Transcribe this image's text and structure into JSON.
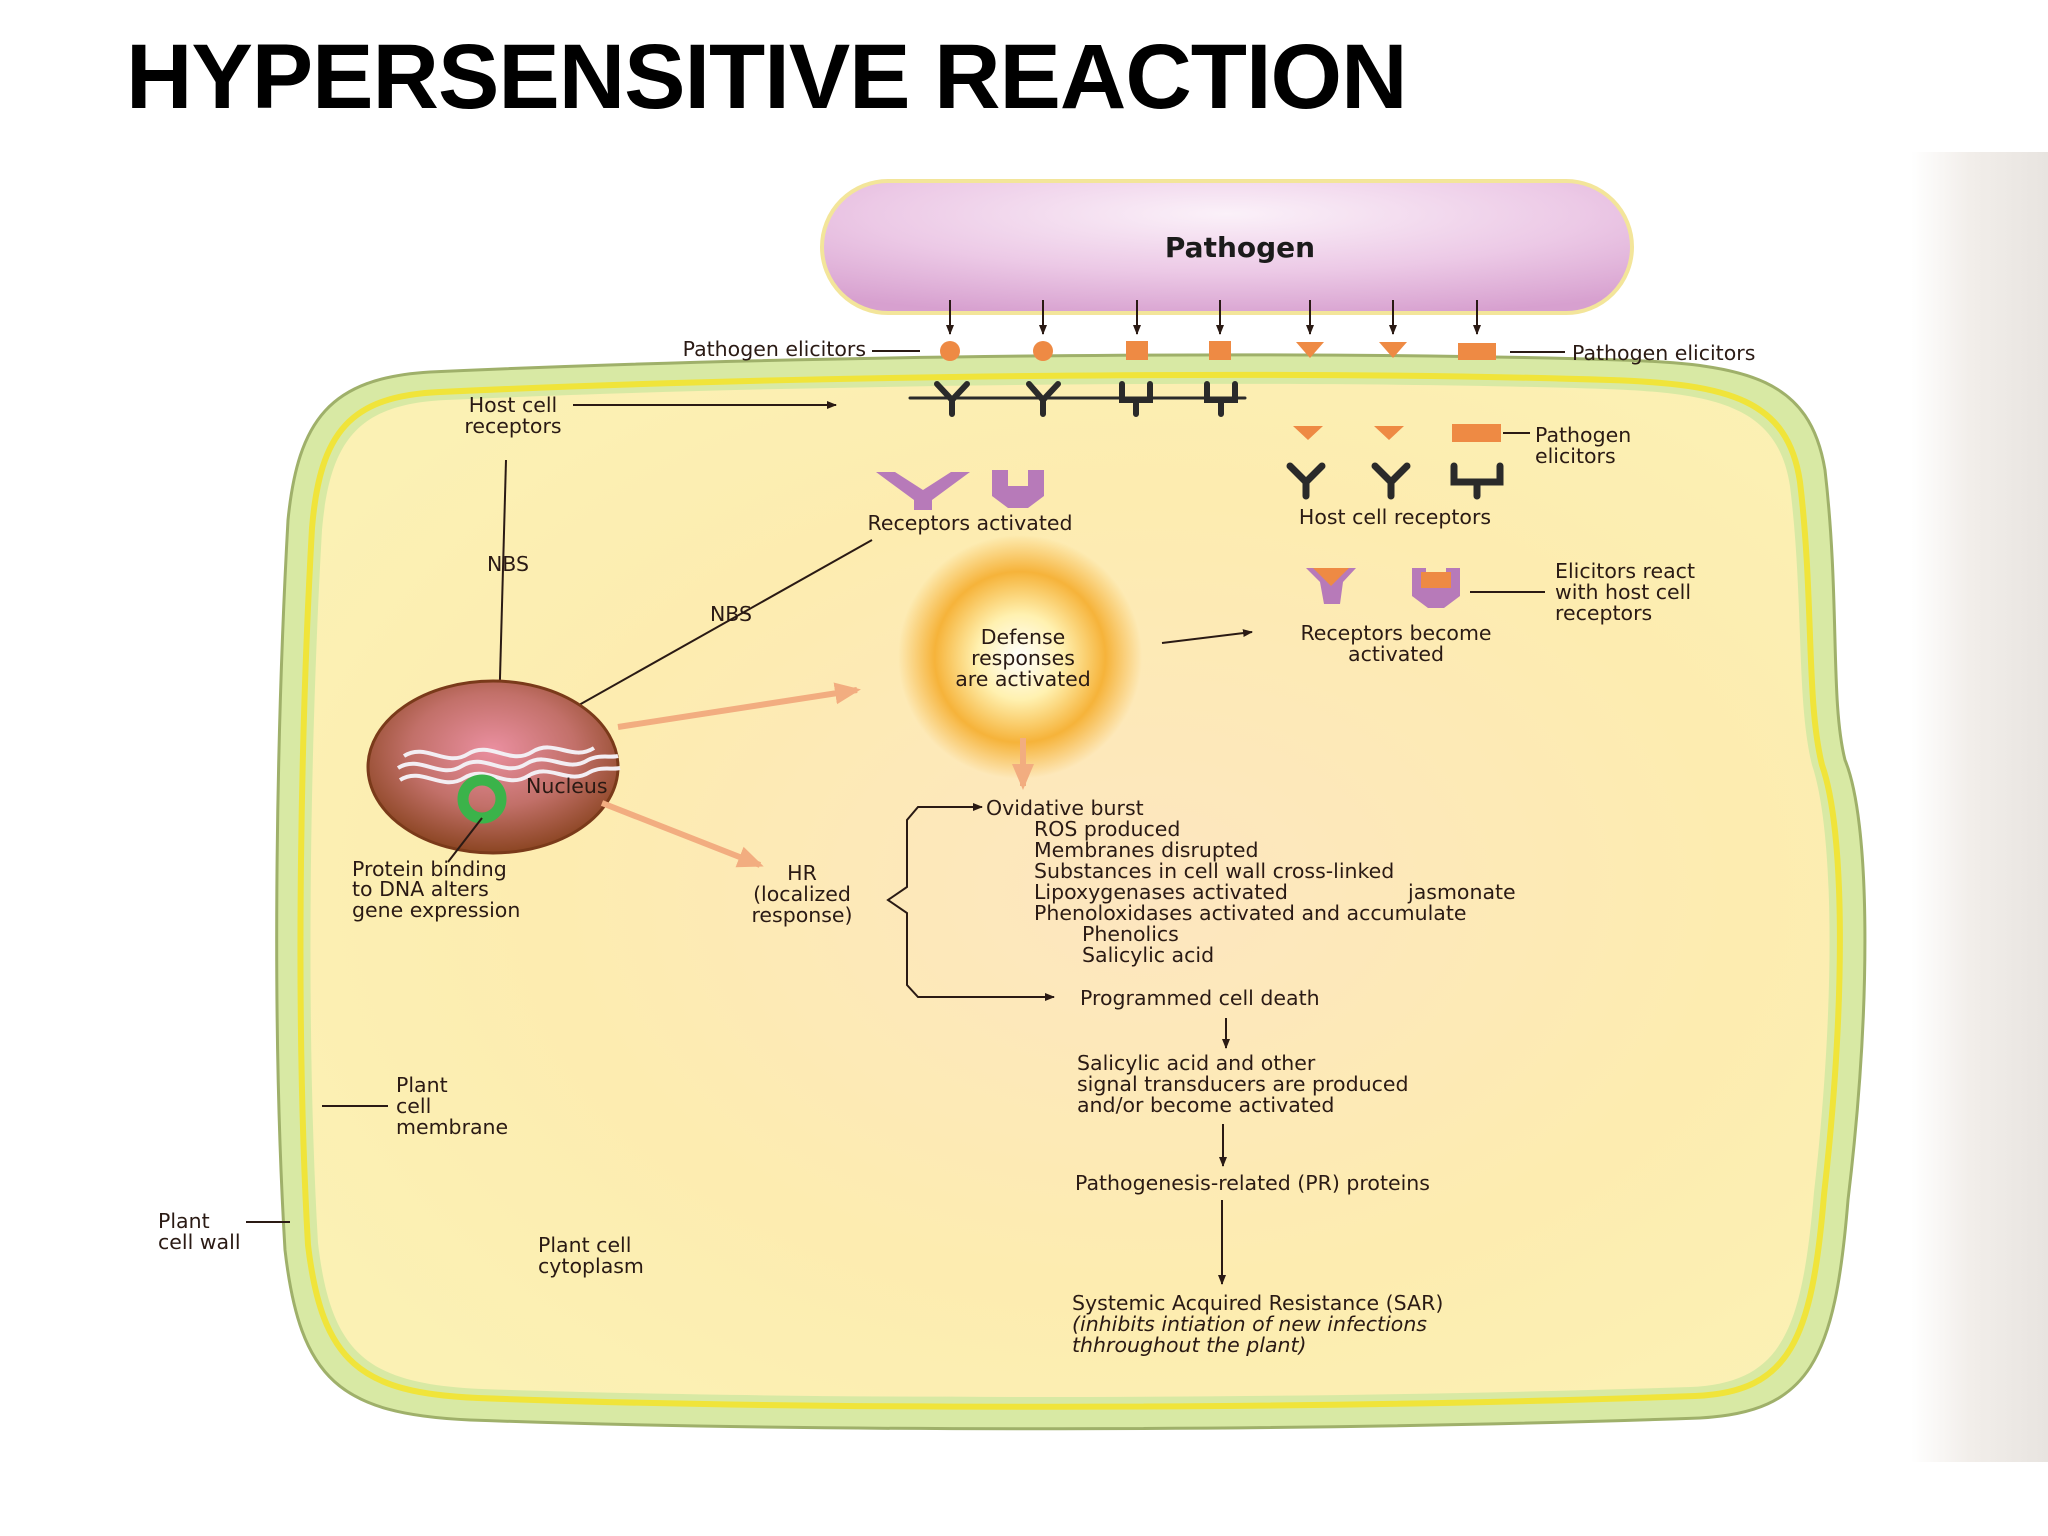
{
  "title": "HYPERSENSITIVE REACTION",
  "pathogen": {
    "label": "Pathogen"
  },
  "labels": {
    "elicitors_left": "Pathogen elicitors",
    "elicitors_right": "Pathogen elicitors",
    "host_receptors_top": [
      "Host cell",
      "receptors"
    ],
    "elicitors_inner": [
      "Pathogen",
      "elicitors"
    ],
    "host_receptors_right": "Host cell receptors",
    "receptors_activated": "Receptors activated",
    "nbs_1": "NBS",
    "nbs_2": "NBS",
    "elicitors_react": [
      "Elicitors react",
      "with host cell",
      "receptors"
    ],
    "defense": [
      "Defense",
      "responses",
      "are activated"
    ],
    "receptors_become": [
      "Receptors become",
      "activated"
    ],
    "nucleus": "Nucleus",
    "protein_binding": [
      "Protein binding",
      "to DNA alters",
      "gene expression"
    ],
    "hr": [
      "HR",
      "(localized",
      "response)"
    ],
    "cell_membrane": [
      "Plant",
      "cell",
      "membrane"
    ],
    "cell_wall": [
      "Plant",
      "cell wall"
    ],
    "cytoplasm": [
      "Plant cell",
      "cytoplasm"
    ]
  },
  "responses": {
    "oxidative": "Ovidative burst",
    "items": [
      "ROS produced",
      "Membranes disrupted",
      "Substances in cell wall cross-linked",
      "Lipoxygenases activated",
      "Phenoloxidases activated and accumulate"
    ],
    "jasmonate": "jasmonate",
    "sub_items": [
      "Phenolics",
      "Salicylic acid"
    ],
    "cell_death": "Programmed cell death",
    "salicylic": [
      "Salicylic acid and other",
      "signal transducers are produced",
      "and/or become activated"
    ],
    "pr_proteins": "Pathogenesis-related (PR) proteins",
    "sar": [
      "Systemic Acquired Resistance (SAR)",
      "(inhibits intiation of new infections",
      "thhroughout the plant)"
    ]
  },
  "colors": {
    "pathogen": "#e9c4e2",
    "cell_wall": "#d6e8a2",
    "membrane": "#f0e43a",
    "cytoplasm": "#fdebaa",
    "elicitor": "#ee8a44",
    "receptor_dark": "#2a2a2a",
    "receptor_active": "#b77ab9",
    "nucleus": "#9a4f2a",
    "arrow_thick": "#f2ad80"
  }
}
